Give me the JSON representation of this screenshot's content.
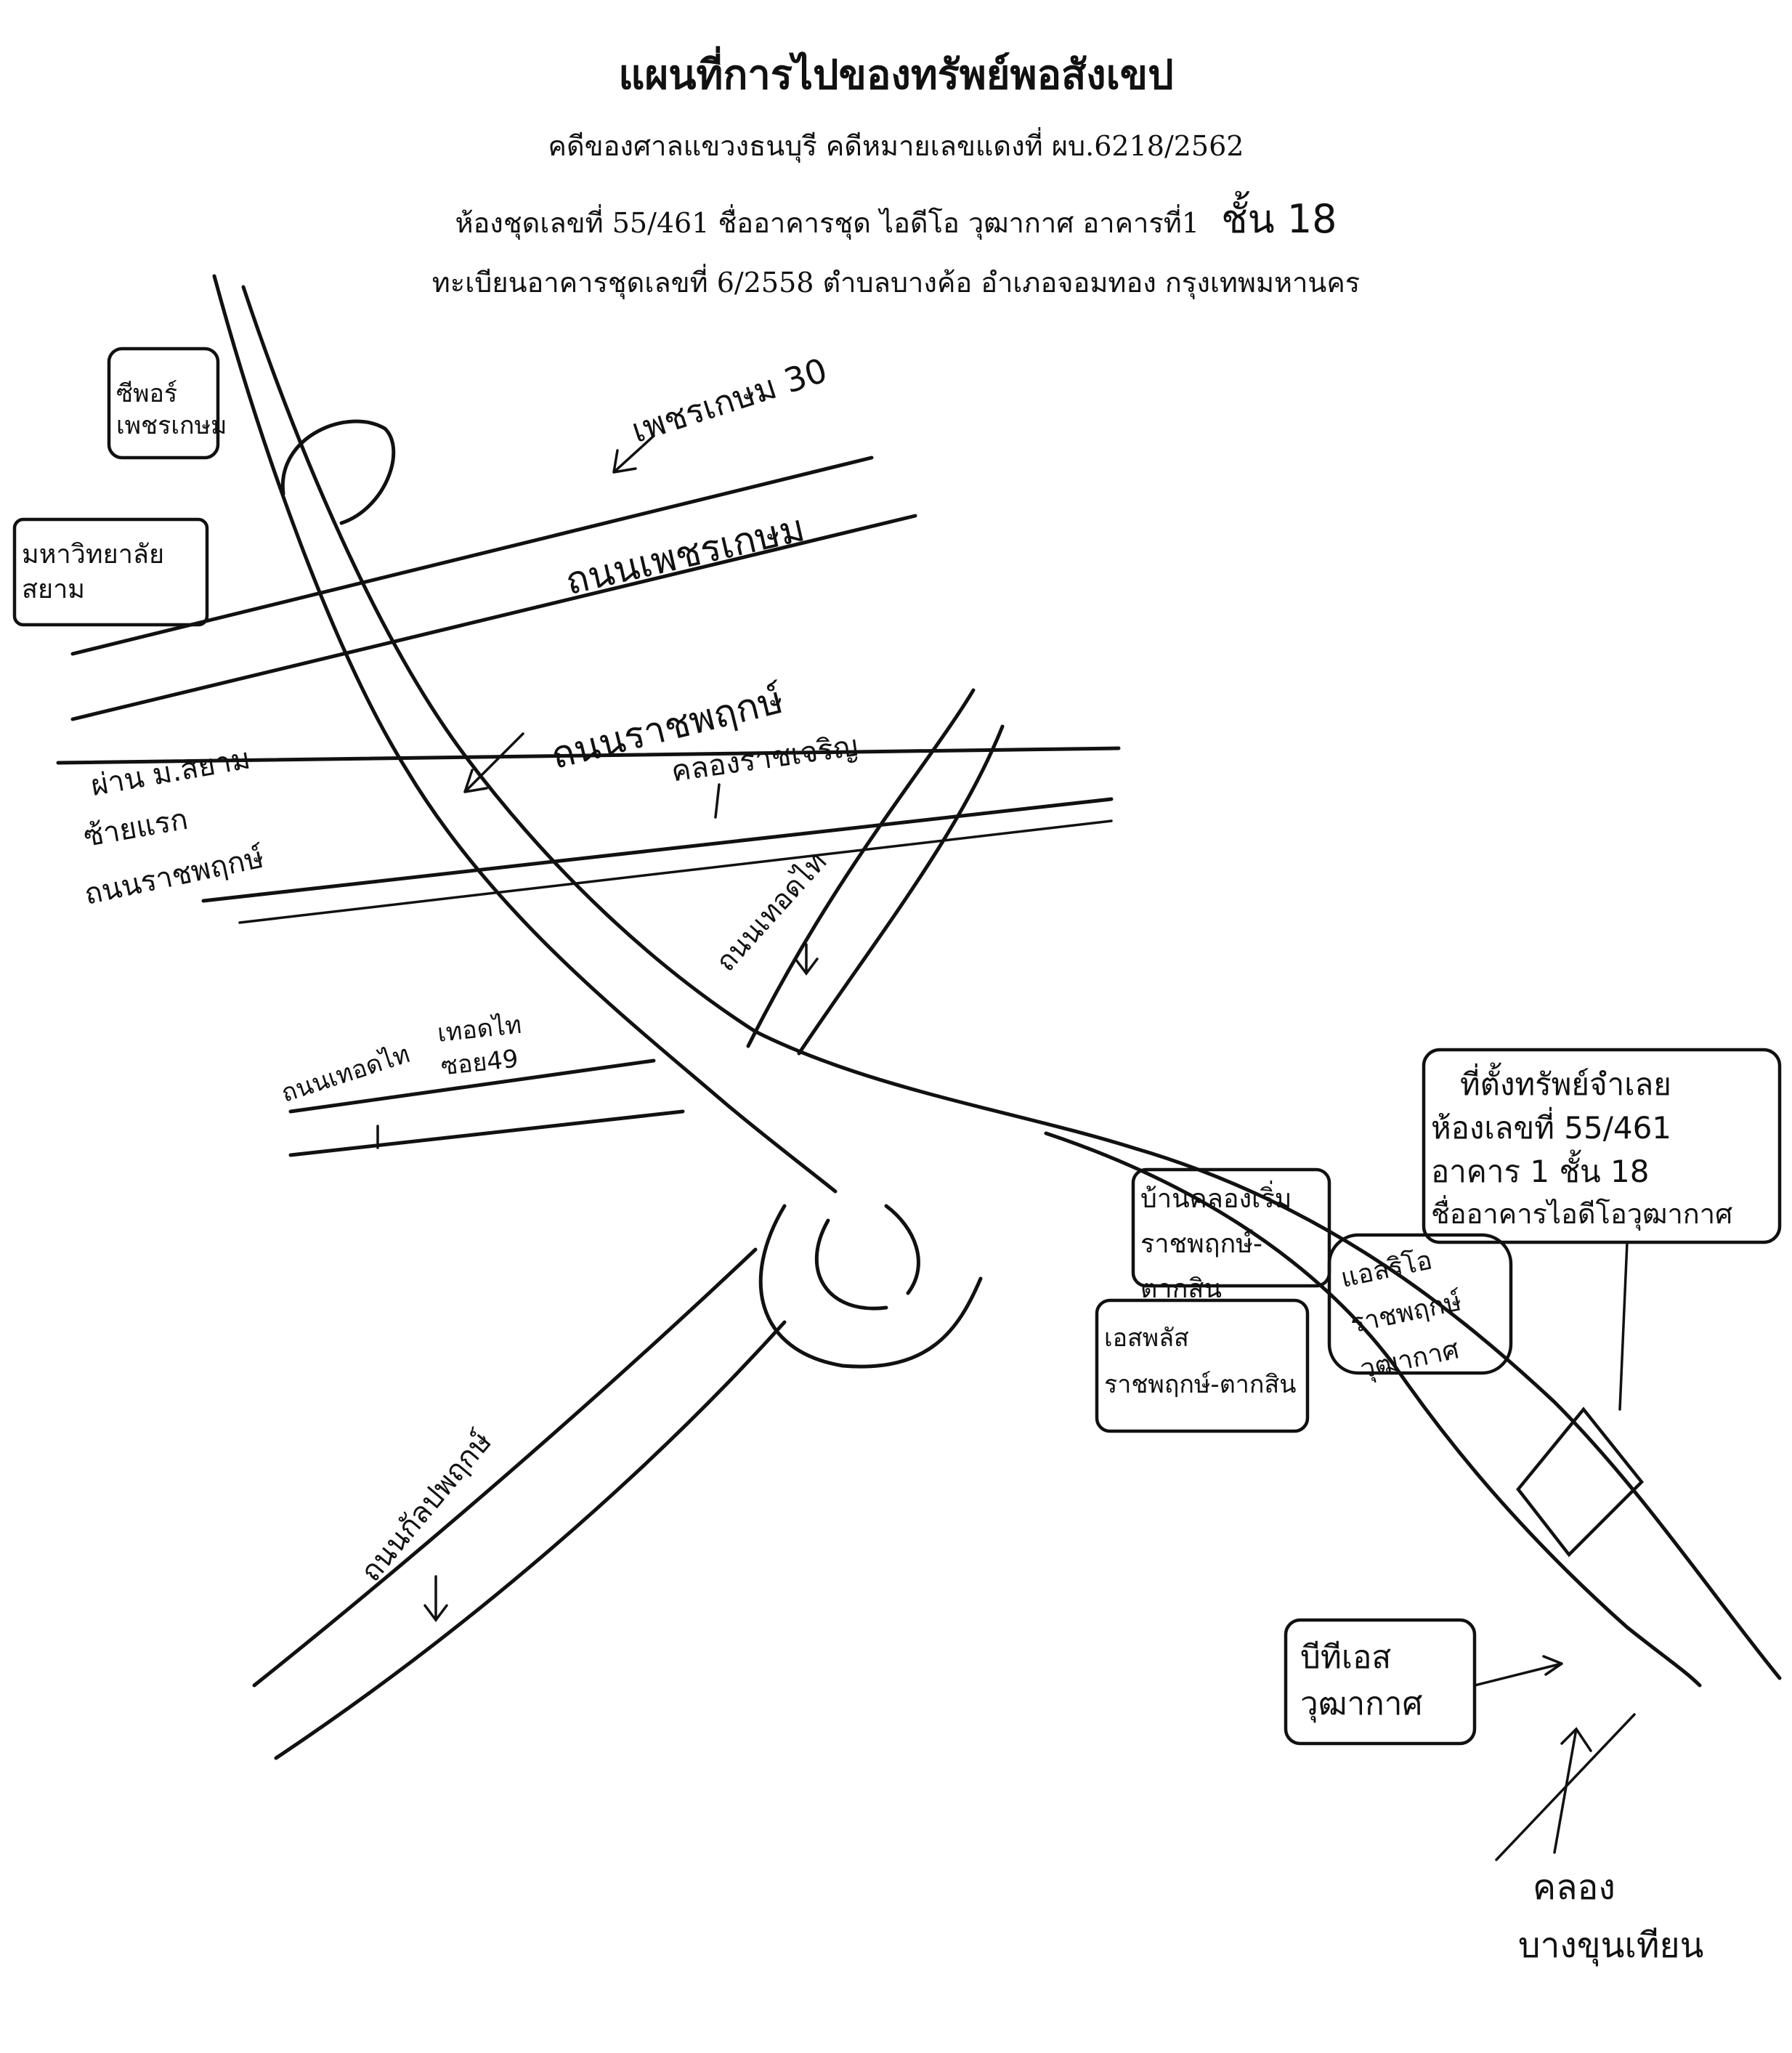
{
  "header": {
    "title": "แผนที่การไปของทรัพย์พอสังเขป",
    "line1": "คดีของศาลแขวงธนบุรี คดีหมายเลขแดงที่  ผบ.6218/2562",
    "line2": "ห้องชุดเลขที่ 55/461 ชื่ออาคารชุด ไอดีโอ วุฒากาศ อาคารที่1",
    "line2_handwritten": "ชั้น 18",
    "line3": "ทะเบียนอาคารชุดเลขที่ 6/2558 ตำบลบางค้อ อำเภอจอมทอง กรุงเทพมหานคร"
  },
  "map": {
    "labels": {
      "central_phetkasem": "ซีพอร์ เพชรเกษม",
      "siam_university": "มหาวิทยาลัยสยาม",
      "phetkasem_soi": "เพชรเกษม 30",
      "phetkasem_road": "ถนนเพชรเกษม",
      "ratchaphruek_road": "ถนนราชพฤกษ์",
      "note_1": "ผ่าน ม.สยาม",
      "note_2": "ซ้ายแรก",
      "note_3": "ถนนราชพฤกษ์",
      "khlong_rajcharoen": "คลองราชเจริญ",
      "thoet_thai_road_upper": "ถนนเทอดไท",
      "thoet_thai_road_lower": "ถนนเทอดไท",
      "thoet_thai_soi": "เทอดไท ซอย49",
      "kanlapaphruek_road": "ถนนกัลปพฤกษ์",
      "ban_khlong_roem": "บ้านคลองเริ่ม ราชพฤกษ์-ตากสิน",
      "l_rio": "แอลริโอ ราชพฤกษ์วุฒากาศ",
      "s_plus": "เอสพลัส ราชพฤกษ์-ตากสิน",
      "property_title": "ที่ตั้งทรัพย์จำเลย",
      "property_room": "ห้องเลขที่ 55/461",
      "property_building": "อาคาร 1 ชั้น 18",
      "property_name": "ชื่ออาคารไอดีโอวุฒากาศ",
      "bts_station": "บีทีเอส วุฒากาศ",
      "khlong_name_1": "คลอง",
      "khlong_name_2": "บางขุนเทียน"
    }
  }
}
